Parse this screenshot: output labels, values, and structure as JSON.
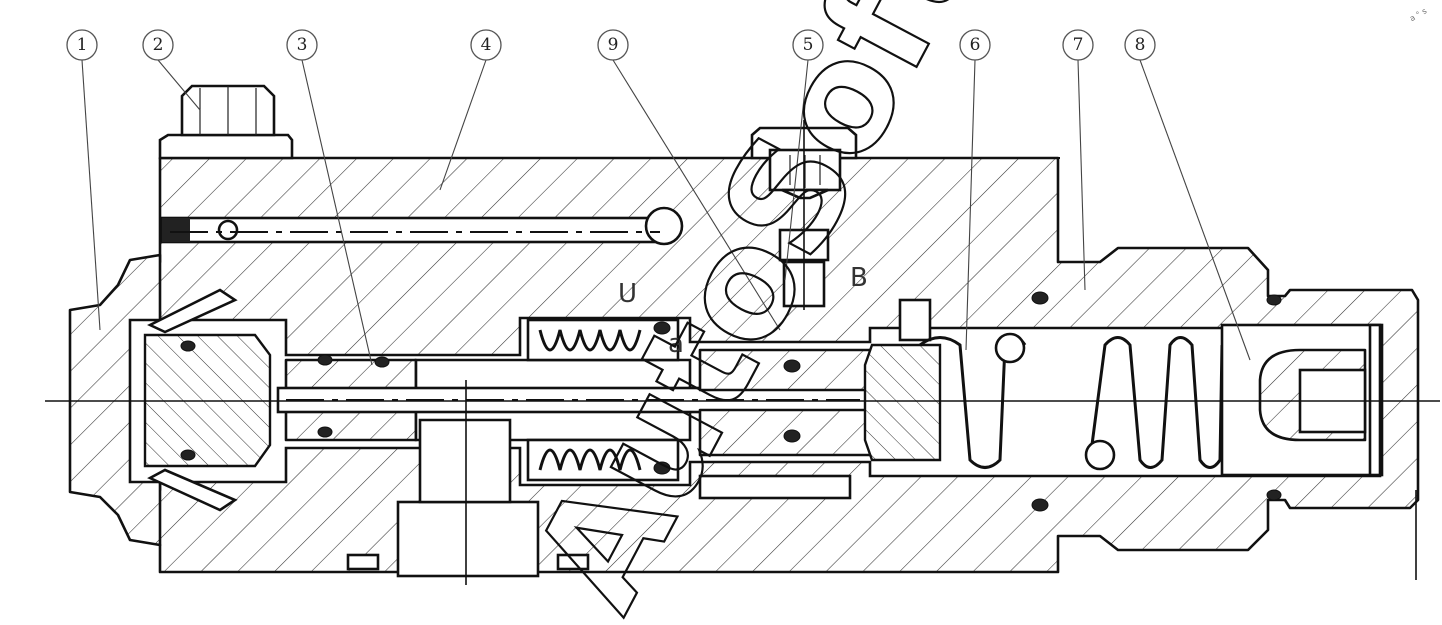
{
  "callouts": [
    {
      "id": "1",
      "label": "1"
    },
    {
      "id": "2",
      "label": "2"
    },
    {
      "id": "3",
      "label": "3"
    },
    {
      "id": "4",
      "label": "4"
    },
    {
      "id": "9",
      "label": "9"
    },
    {
      "id": "5",
      "label": "5"
    },
    {
      "id": "6",
      "label": "6"
    },
    {
      "id": "7",
      "label": "7"
    },
    {
      "id": "8",
      "label": "8"
    }
  ],
  "ports": {
    "a": "a",
    "b": "B",
    "u": "U"
  },
  "watermark": {
    "text": "AutoSoft",
    "corner_mark": "a ° s"
  },
  "colors": {
    "line": "#111111",
    "background": "#ffffff"
  }
}
